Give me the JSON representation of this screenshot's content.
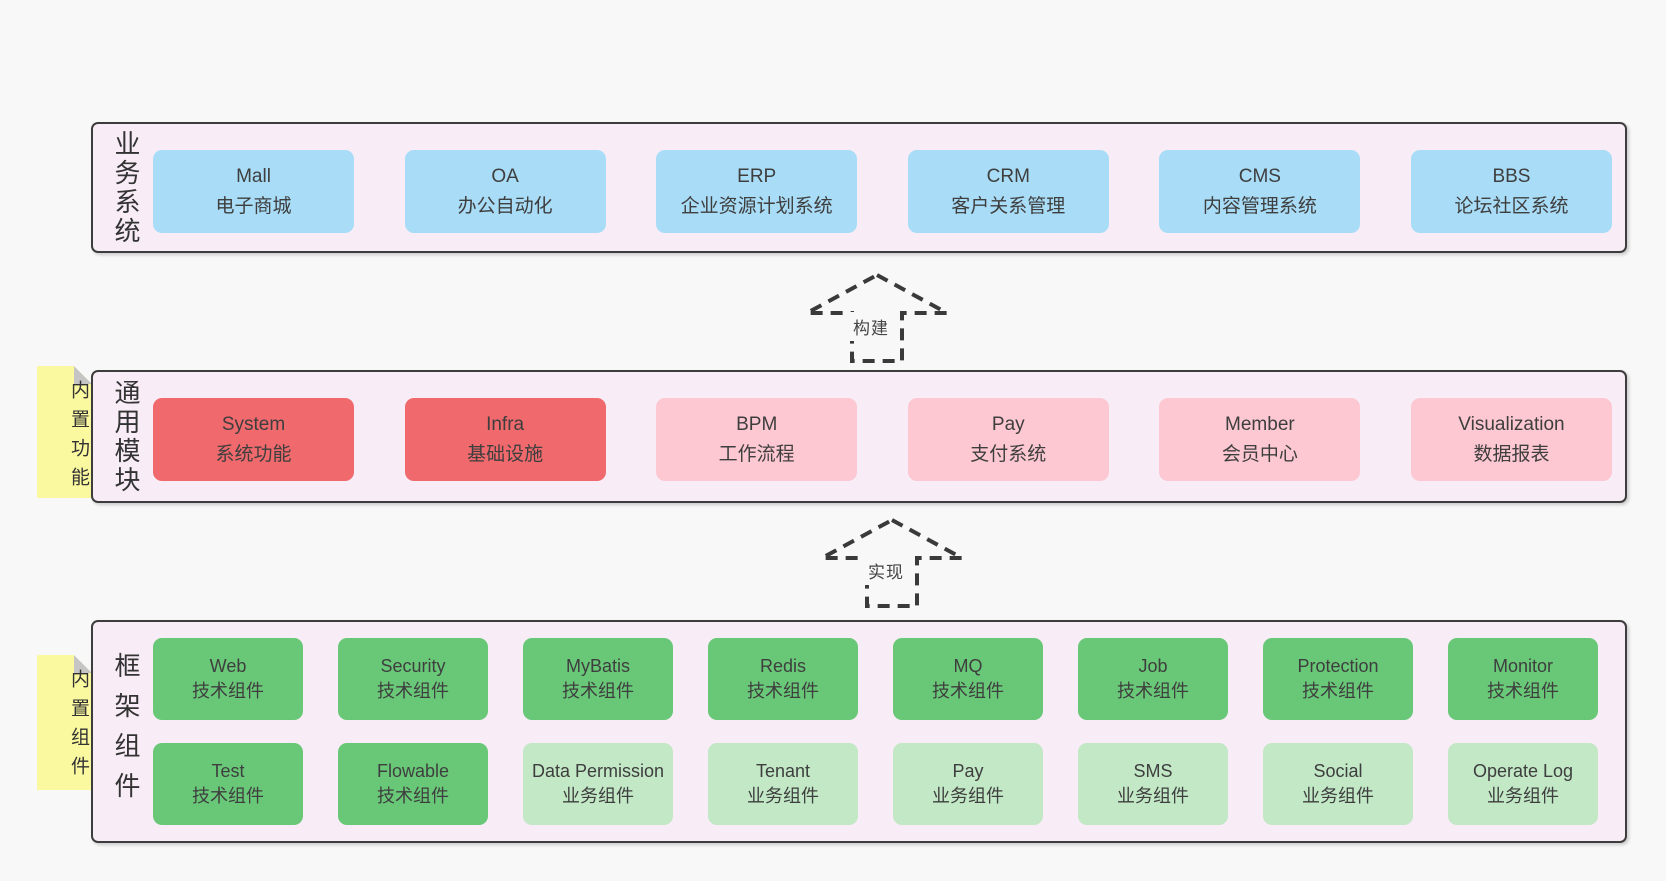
{
  "palette": {
    "page_bg": "#f8f8f8",
    "layer_bg": "#f8edf6",
    "border": "#3d3d3d",
    "text": "#3e3e3e",
    "arrow": "#3a3a3a",
    "blue": "#a9dcf6",
    "red": "#f0696c",
    "pink": "#fdc8d2",
    "green_dark": "#69c878",
    "green_light": "#c2e8c6",
    "note_yellow": "#fbf9a0",
    "fold_gray": "#c5c5c5"
  },
  "layers": [
    {
      "side_label": "业务系统",
      "boxes": [
        {
          "en": "Mall",
          "zh": "电子商城",
          "variant": "blue"
        },
        {
          "en": "OA",
          "zh": "办公自动化",
          "variant": "blue"
        },
        {
          "en": "ERP",
          "zh": "企业资源计划系统",
          "variant": "blue"
        },
        {
          "en": "CRM",
          "zh": "客户关系管理",
          "variant": "blue"
        },
        {
          "en": "CMS",
          "zh": "内容管理系统",
          "variant": "blue"
        },
        {
          "en": "BBS",
          "zh": "论坛社区系统",
          "variant": "blue"
        }
      ]
    },
    {
      "side_label": "通用模块",
      "note": "内置功能",
      "boxes": [
        {
          "en": "System",
          "zh": "系统功能",
          "variant": "red"
        },
        {
          "en": "Infra",
          "zh": "基础设施",
          "variant": "red"
        },
        {
          "en": "BPM",
          "zh": "工作流程",
          "variant": "pink"
        },
        {
          "en": "Pay",
          "zh": "支付系统",
          "variant": "pink"
        },
        {
          "en": "Member",
          "zh": "会员中心",
          "variant": "pink"
        },
        {
          "en": "Visualization",
          "zh": "数据报表",
          "variant": "pink"
        }
      ]
    },
    {
      "side_label": "框架组件",
      "note": "内置组件",
      "rows": [
        [
          {
            "en": "Web",
            "zh": "技术组件",
            "variant": "green_dark"
          },
          {
            "en": "Security",
            "zh": "技术组件",
            "variant": "green_dark"
          },
          {
            "en": "MyBatis",
            "zh": "技术组件",
            "variant": "green_dark"
          },
          {
            "en": "Redis",
            "zh": "技术组件",
            "variant": "green_dark"
          },
          {
            "en": "MQ",
            "zh": "技术组件",
            "variant": "green_dark"
          },
          {
            "en": "Job",
            "zh": "技术组件",
            "variant": "green_dark"
          },
          {
            "en": "Protection",
            "zh": "技术组件",
            "variant": "green_dark"
          },
          {
            "en": "Monitor",
            "zh": "技术组件",
            "variant": "green_dark"
          }
        ],
        [
          {
            "en": "Test",
            "zh": "技术组件",
            "variant": "green_dark"
          },
          {
            "en": "Flowable",
            "zh": "技术组件",
            "variant": "green_dark"
          },
          {
            "en": "Data Permission",
            "zh": "业务组件",
            "variant": "green_light"
          },
          {
            "en": "Tenant",
            "zh": "业务组件",
            "variant": "green_light"
          },
          {
            "en": "Pay",
            "zh": "业务组件",
            "variant": "green_light"
          },
          {
            "en": "SMS",
            "zh": "业务组件",
            "variant": "green_light"
          },
          {
            "en": "Social",
            "zh": "业务组件",
            "variant": "green_light"
          },
          {
            "en": "Operate Log",
            "zh": "业务组件",
            "variant": "green_light"
          }
        ]
      ]
    }
  ],
  "arrows": [
    {
      "label": "构建"
    },
    {
      "label": "实现"
    }
  ]
}
